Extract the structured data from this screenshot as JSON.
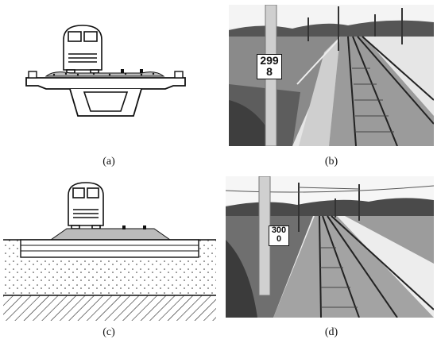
{
  "figure": {
    "captions": {
      "a": "(a)",
      "b": "(b)",
      "c": "(c)",
      "d": "(d)"
    },
    "photo_b": {
      "km_sign_top": "299",
      "km_sign_bottom": "8"
    },
    "photo_d": {
      "km_sign_top": "300",
      "km_sign_bottom": "0"
    }
  }
}
